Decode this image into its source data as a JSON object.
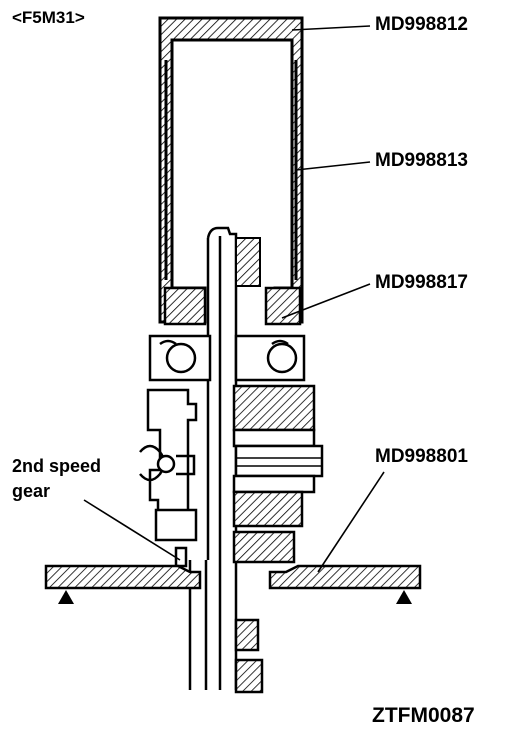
{
  "title": "<F5M31>",
  "labels": {
    "tool_1": "MD998812",
    "tool_2": "MD998813",
    "tool_3": "MD998817",
    "tool_4": "MD998801",
    "gear_line1": "2nd  speed",
    "gear_line2": "gear"
  },
  "figure_code": "ZTFM0087"
}
